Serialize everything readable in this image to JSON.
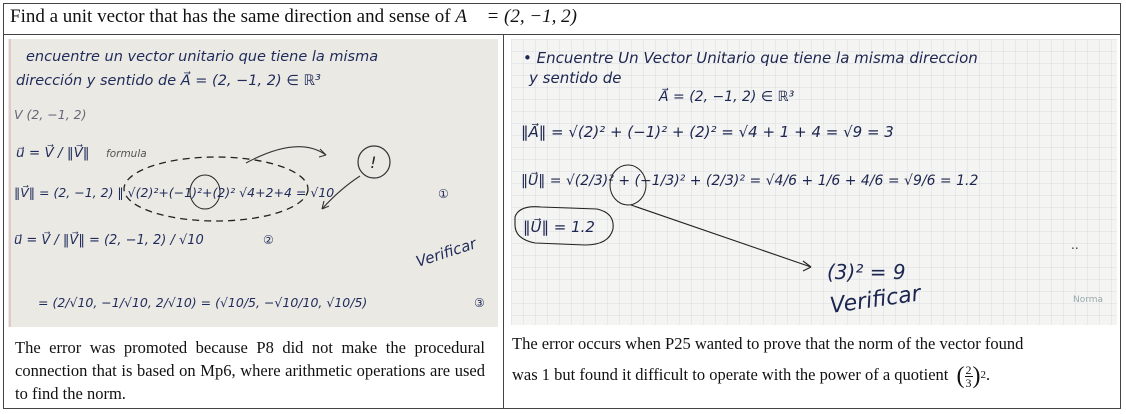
{
  "figure": {
    "title_text": "Find a unit vector that has the same direction and sense of",
    "title_math": "A⃗ = (2, −1, 2)"
  },
  "panels": [
    {
      "caption": "The error was promoted because P8 did not make the procedural connection that is based on Mp6, where arithmetic operations are used to find the norm.",
      "handwriting": {
        "line1": "encuentre un vector unitario que tiene la misma",
        "line2": "dirección y sentido de  A⃗ = (2, −1, 2) ∈ ℝ³",
        "line3": "V (2, −1, 2)",
        "formula": "u⃗ = V⃗ / ‖V⃗‖",
        "formula_note": "formula",
        "norm_line": "‖V⃗‖ = (2, −1, 2) ‖ √(2)²+(−1)²+(2)²  √4+2+4 = √10",
        "mark1": "①",
        "unit_line": "u⃗ = V⃗ / ‖V⃗‖ = (2, −1, 2) / √10",
        "mark2": "②",
        "result_line": "= (2/√10, −1/√10, 2/√10) = (√10/5, −√10/10, √10/5)",
        "mark3": "③",
        "bubble": "!",
        "verify": "Verificar"
      }
    },
    {
      "caption_line1": "The error occurs when P25 wanted to prove that the norm of the vector found",
      "caption_line2": "was 1 but found it difficult to operate with the power of a quotient",
      "caption_math_num": "2",
      "caption_math_den": "3",
      "caption_math_exp": "2",
      "caption_end": ".",
      "handwriting": {
        "line1": "• Encuentre Un Vector Unitario que tiene la misma direccion",
        "line2": "y sentido de",
        "line2b": "A⃗ = (2, −1, 2) ∈ ℝ³",
        "norm_a": "‖A⃗‖ = √(2)² + (−1)² + (2)² = √4 + 1 + 4 = √9 = 3",
        "norm_u": "‖U⃗‖ = √(2/3)² + (−1/3)² + (2/3)² = √4/6 + 1/6 + 4/6 = √9/6 = 1.2",
        "boxed": "‖U⃗‖ = 1.2",
        "power": "(3)² = 9",
        "verify": "Verificar",
        "watermark": "Norma"
      }
    }
  ]
}
